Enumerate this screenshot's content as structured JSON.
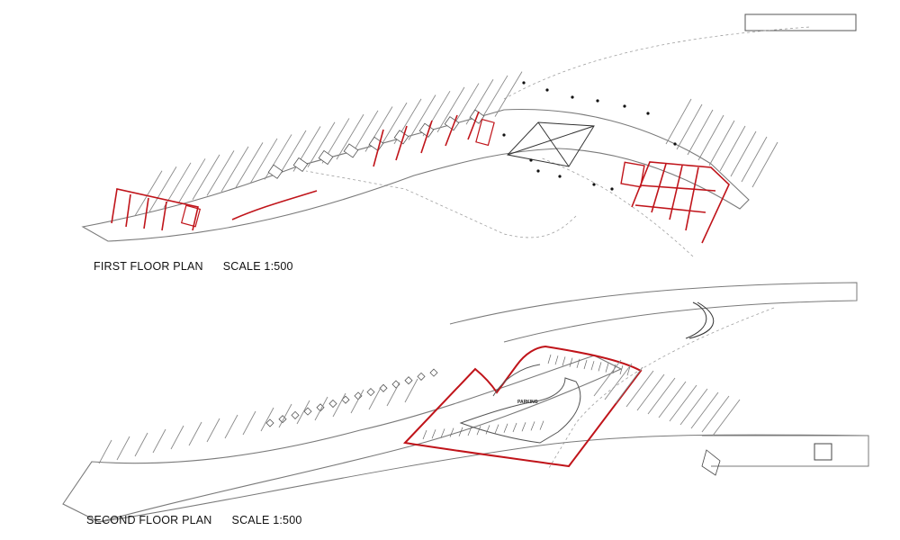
{
  "plans": [
    {
      "name": "FIRST FLOOR PLAN",
      "scale": "SCALE 1:500"
    },
    {
      "name": "SECOND FLOOR PLAN",
      "scale": "SCALE 1:500"
    }
  ],
  "labels": {
    "parking": "PARKING"
  },
  "colors": {
    "line": "#8a8a8a",
    "dark": "#222222",
    "accent": "#c0141a",
    "dashed": "#a0a0a0"
  }
}
